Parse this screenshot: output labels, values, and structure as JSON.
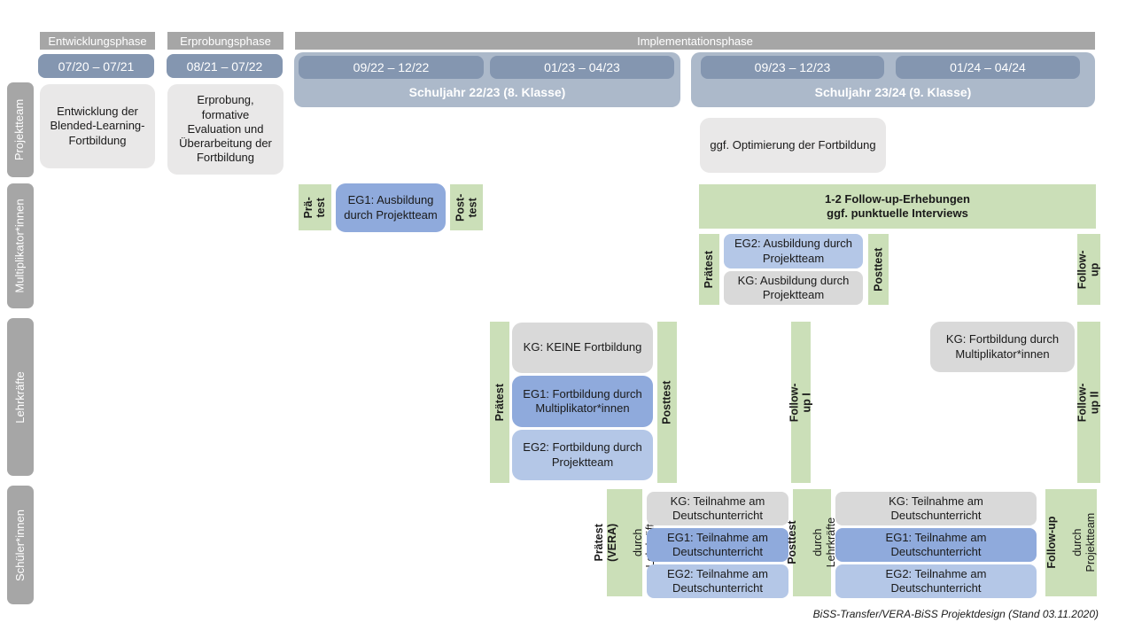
{
  "phases": {
    "entwicklung": "Entwicklungsphase",
    "erprobung": "Erprobungsphase",
    "implementation": "Implementationsphase"
  },
  "dates": [
    "07/20 – 07/21",
    "08/21 – 07/22",
    "09/22 – 12/22",
    "01/23 – 04/23",
    "09/23 – 12/23",
    "01/24 – 04/24"
  ],
  "schoolyears": [
    "Schuljahr 22/23 (8. Klasse)",
    "Schuljahr 23/24 (9. Klasse)"
  ],
  "row_labels": [
    "Projektteam",
    "Multiplikator*innen",
    "Lehrkräfte",
    "Schüler*innen"
  ],
  "projektteam": {
    "box1": "Entwicklung der Blended-Learning-Fortbildung",
    "box2": "Erprobung, formative Evaluation und Überarbeitung der Fortbildung",
    "box3": "ggf. Optimierung der Fortbildung"
  },
  "multiplikatoren": {
    "praetest1": "Prä-\ntest",
    "eg1": "EG1: Ausbildung durch Projektteam",
    "posttest1": "Post-\ntest",
    "followup_box": "1-2 Follow-up-Erhebungen\nggf. punktuelle Interviews",
    "praetest2": "Prätest",
    "eg2": "EG2: Ausbildung durch Projektteam",
    "kg": "KG: Ausbildung durch Projektteam",
    "posttest2": "Posttest",
    "followup": "Follow-up"
  },
  "lehrkraefte": {
    "praetest": "Prätest",
    "kg": "KG: KEINE Fortbildung",
    "eg1": "EG1: Fortbildung durch Multiplikator*innen",
    "eg2": "EG2: Fortbildung durch Projektteam",
    "posttest": "Posttest",
    "followup1": "Follow-up I",
    "kg2": "KG: Fortbildung durch Multiplikator*innen",
    "followup2": "Follow-up II"
  },
  "schueler": {
    "praetest_title": "Prätest (VERA)",
    "praetest_sub": "durch Lehrkräfte",
    "kg1": "KG: Teilnahme am Deutschunterricht",
    "eg1a": "EG1: Teilnahme am Deutschunterricht",
    "eg2a": "EG2: Teilnahme am Deutschunterricht",
    "posttest_title": "Posttest",
    "posttest_sub": "durch Lehrkräfte",
    "kg2": "KG: Teilnahme am Deutschunterricht",
    "eg1b": "EG1: Teilnahme am Deutschunterricht",
    "eg2b": "EG2: Teilnahme am Deutschunterricht",
    "followup_title": "Follow-up",
    "followup_sub": "durch\nProjektteam"
  },
  "caption": "BiSS-Transfer/VERA-BiSS Projektdesign (Stand 03.11.2020)",
  "colors": {
    "phase_gray": "#a6a6a6",
    "date_blue": "#8496b0",
    "year_blue": "#acb9ca",
    "box_gray_light": "#e9e8e8",
    "box_gray": "#d9d9d9",
    "eg1_blue": "#8faadc",
    "eg2_blue": "#b4c7e7",
    "green": "#cbdfb8"
  }
}
